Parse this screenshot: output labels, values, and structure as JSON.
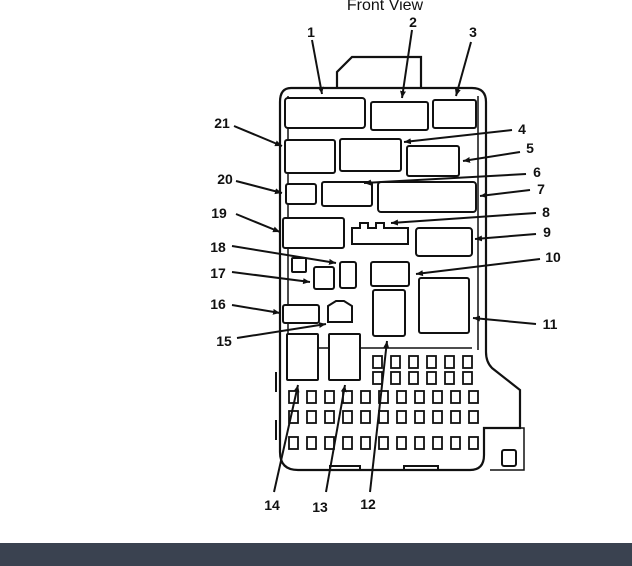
{
  "diagram": {
    "title": "Front View",
    "labels": [
      "1",
      "2",
      "3",
      "4",
      "5",
      "6",
      "7",
      "8",
      "9",
      "10",
      "11",
      "12",
      "13",
      "14",
      "15",
      "16",
      "17",
      "18",
      "19",
      "20",
      "21"
    ]
  },
  "colors": {
    "line": "#111111",
    "background": "#ffffff",
    "footer_bar": "#3a4250"
  }
}
